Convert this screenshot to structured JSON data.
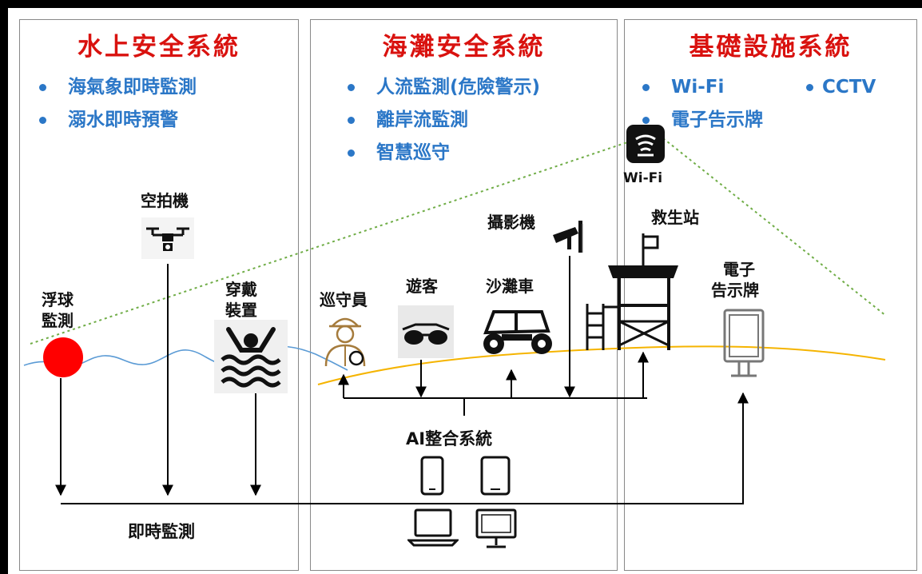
{
  "panels": {
    "water": {
      "title": "水上安全系統",
      "items": [
        "海氣象即時監測",
        "溺水即時預警"
      ]
    },
    "beach": {
      "title": "海灘安全系統",
      "items": [
        "人流監測(危險警示)",
        "離岸流監測",
        "智慧巡守"
      ]
    },
    "infra": {
      "title": "基礎設施系統",
      "items": [
        "Wi-Fi",
        "電子告示牌"
      ],
      "side_item": "CCTV"
    }
  },
  "nodes": {
    "drone": "空拍機",
    "buoy_line1": "浮球",
    "buoy_line2": "監測",
    "wearable_line1": "穿戴",
    "wearable_line2": "裝置",
    "patrol": "巡守員",
    "visitor": "遊客",
    "beach_car": "沙灘車",
    "camera": "攝影機",
    "lifeguard_station": "救生站",
    "sign_line1": "電子",
    "sign_line2": "告示牌",
    "wifi": "Wi-Fi",
    "ai_system": "AI整合系統",
    "realtime": "即時監測"
  },
  "colors": {
    "title": "#d9120f",
    "feature": "#2b77c7",
    "buoy": "#ff0000",
    "sea_line": "#5b9bd5",
    "sand_line": "#f5b400",
    "wifi_dotted": "#70ad47"
  },
  "icons": [
    "drone-icon",
    "swimmer-icon",
    "patrol-officer-icon",
    "sunglasses-icon",
    "beach-buggy-icon",
    "cctv-camera-icon",
    "lifeguard-tower-icon",
    "digital-signboard-icon",
    "wifi-icon",
    "smartphone-icon",
    "tablet-icon",
    "laptop-icon",
    "desktop-monitor-icon"
  ]
}
